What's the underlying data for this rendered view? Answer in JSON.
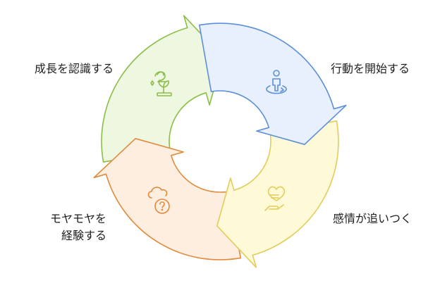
{
  "cycle": {
    "steps": [
      {
        "id": "start",
        "label": "行動を開始する",
        "icon": "person-target-icon",
        "fill": "#e8f0fd",
        "stroke": "#5b8fd8"
      },
      {
        "id": "feel",
        "label": "感情が追いつく",
        "icon": "heart-hand-icon",
        "fill": "#fef9d6",
        "stroke": "#e3cc59"
      },
      {
        "id": "experience",
        "label_line1": "モヤモヤを",
        "label_line2": "経験する",
        "icon": "cloud-question-icon",
        "fill": "#fdeee0",
        "stroke": "#e08a3c"
      },
      {
        "id": "growth",
        "label": "成長を認識する",
        "icon": "plant-growth-icon",
        "fill": "#eef7df",
        "stroke": "#8cbd4a"
      }
    ]
  }
}
